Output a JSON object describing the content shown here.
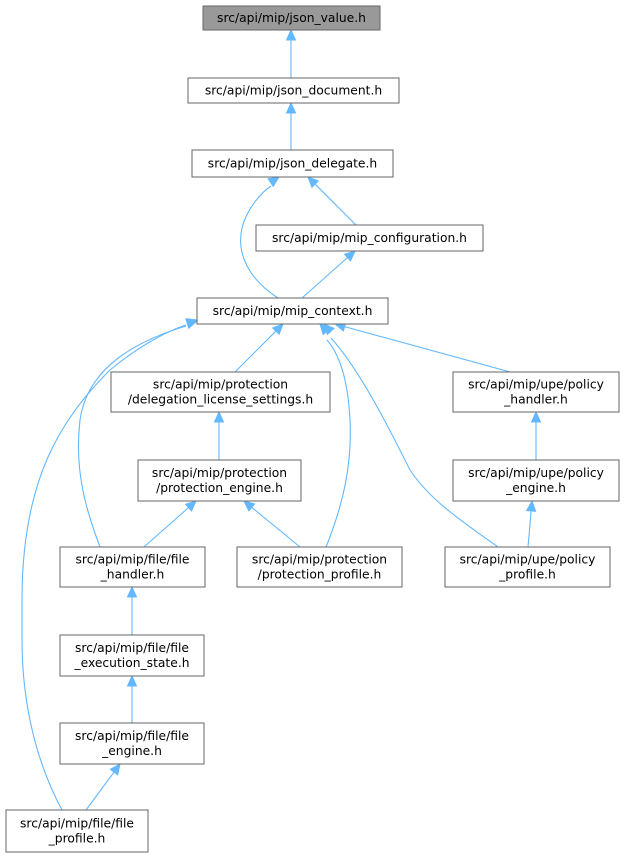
{
  "colors": {
    "edge": "#63b8ff",
    "node_border": "#666666",
    "highlight_fill": "#999999",
    "node_fill": "#ffffff",
    "text": "#000000"
  },
  "nodes": [
    {
      "id": "json_value",
      "lines": [
        "src/api/mip/json_value.h"
      ],
      "highlight": true
    },
    {
      "id": "json_document",
      "lines": [
        "src/api/mip/json_document.h"
      ]
    },
    {
      "id": "json_delegate",
      "lines": [
        "src/api/mip/json_delegate.h"
      ]
    },
    {
      "id": "mip_configuration",
      "lines": [
        "src/api/mip/mip_configuration.h"
      ]
    },
    {
      "id": "mip_context",
      "lines": [
        "src/api/mip/mip_context.h"
      ]
    },
    {
      "id": "delegation_license_settings",
      "lines": [
        "src/api/mip/protection",
        "/delegation_license_settings.h"
      ]
    },
    {
      "id": "policy_handler",
      "lines": [
        "src/api/mip/upe/policy",
        "_handler.h"
      ]
    },
    {
      "id": "protection_engine",
      "lines": [
        "src/api/mip/protection",
        "/protection_engine.h"
      ]
    },
    {
      "id": "policy_engine",
      "lines": [
        "src/api/mip/upe/policy",
        "_engine.h"
      ]
    },
    {
      "id": "file_handler",
      "lines": [
        "src/api/mip/file/file",
        "_handler.h"
      ]
    },
    {
      "id": "protection_profile",
      "lines": [
        "src/api/mip/protection",
        "/protection_profile.h"
      ]
    },
    {
      "id": "policy_profile",
      "lines": [
        "src/api/mip/upe/policy",
        "_profile.h"
      ]
    },
    {
      "id": "file_execution_state",
      "lines": [
        "src/api/mip/file/file",
        "_execution_state.h"
      ]
    },
    {
      "id": "file_engine",
      "lines": [
        "src/api/mip/file/file",
        "_engine.h"
      ]
    },
    {
      "id": "file_profile",
      "lines": [
        "src/api/mip/file/file",
        "_profile.h"
      ]
    }
  ],
  "edges": [
    {
      "from": "json_document",
      "to": "json_value"
    },
    {
      "from": "json_delegate",
      "to": "json_document"
    },
    {
      "from": "mip_configuration",
      "to": "json_delegate"
    },
    {
      "from": "mip_context",
      "to": "json_delegate"
    },
    {
      "from": "mip_context",
      "to": "mip_configuration"
    },
    {
      "from": "delegation_license_settings",
      "to": "mip_context"
    },
    {
      "from": "policy_handler",
      "to": "mip_context"
    },
    {
      "from": "protection_profile",
      "to": "mip_context"
    },
    {
      "from": "policy_profile",
      "to": "mip_context"
    },
    {
      "from": "file_handler",
      "to": "mip_context"
    },
    {
      "from": "file_profile",
      "to": "mip_context"
    },
    {
      "from": "protection_engine",
      "to": "delegation_license_settings"
    },
    {
      "from": "file_handler",
      "to": "protection_engine"
    },
    {
      "from": "protection_profile",
      "to": "protection_engine"
    },
    {
      "from": "policy_engine",
      "to": "policy_handler"
    },
    {
      "from": "policy_profile",
      "to": "policy_engine"
    },
    {
      "from": "file_execution_state",
      "to": "file_handler"
    },
    {
      "from": "file_engine",
      "to": "file_execution_state"
    },
    {
      "from": "file_profile",
      "to": "file_engine"
    }
  ]
}
